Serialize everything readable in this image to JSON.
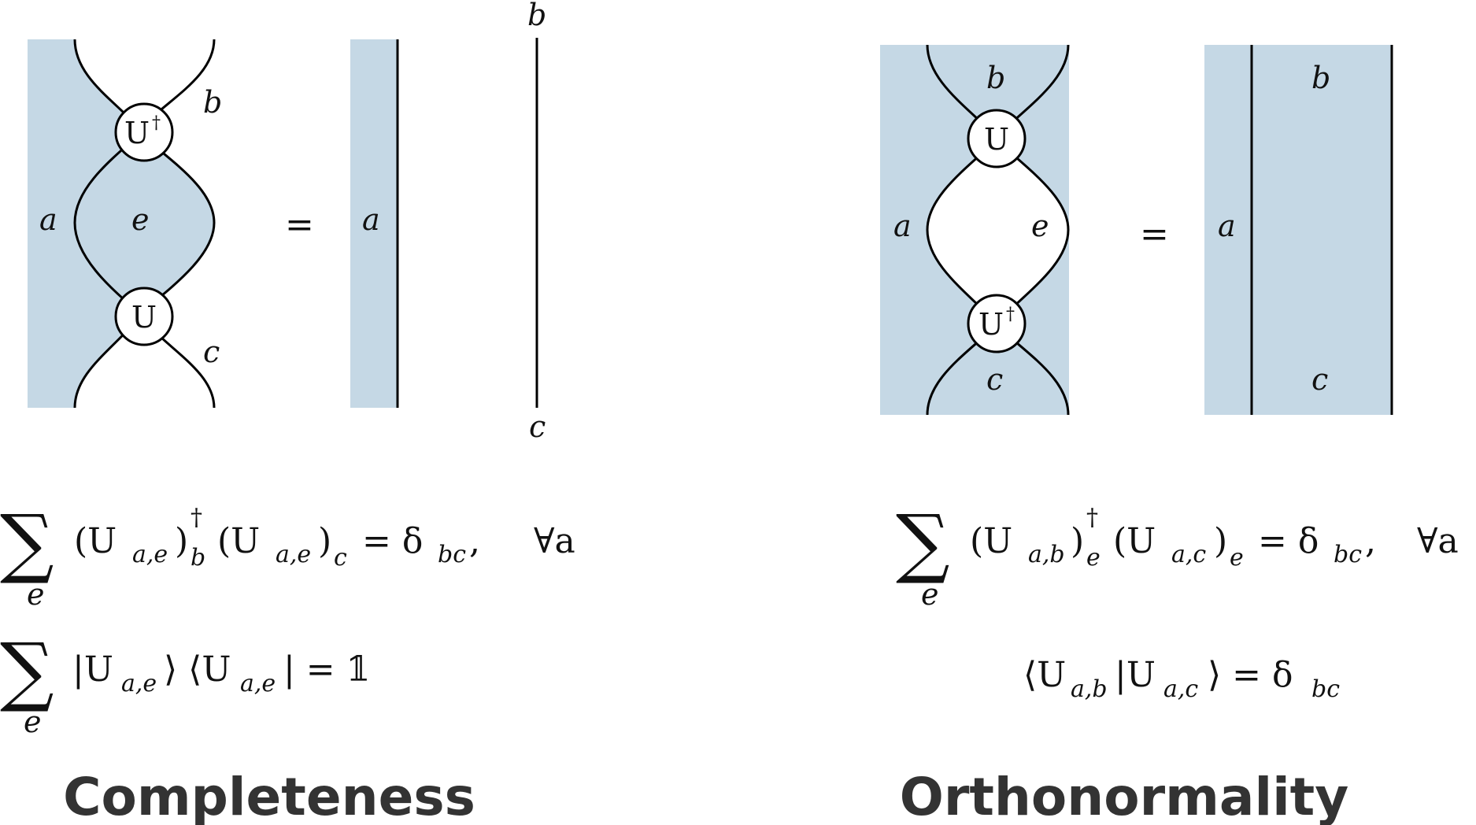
{
  "completeness": {
    "title": "Completeness",
    "labels": {
      "a_left": "a",
      "e_mid": "e",
      "b_top": "b",
      "c_bot": "c",
      "node_top": "U",
      "node_top_dagger": "†",
      "node_bot": "U",
      "equals": "=",
      "a_right": "a",
      "b_line": "b",
      "c_line": "c"
    },
    "eq1": {
      "sum_sub": "e",
      "body": "(U",
      "sub1": "a,e",
      "close1": ")",
      "dagger": "†",
      "idx1": "b",
      "open2": "(U",
      "sub2": "a,e",
      "close2": ")",
      "idx2": "c",
      "rhs": "= δ",
      "rhs_sub": "bc",
      "comma": ",",
      "forall": "∀a"
    },
    "eq2": {
      "sum_sub": "e",
      "ket": "|U",
      "ket_sub": "a,e",
      "ket_close": "⟩ ⟨U",
      "bra_sub": "a,e",
      "bra_close": "| = 𝟙"
    }
  },
  "orthonormality": {
    "title": "Orthonormality",
    "labels": {
      "b_top": "b",
      "c_bot": "c",
      "a_left": "a",
      "e_mid": "e",
      "node_top": "U",
      "node_bot": "U",
      "node_bot_dagger": "†",
      "equals": "=",
      "a_right": "a",
      "b_right": "b",
      "c_right": "c"
    },
    "eq1": {
      "sum_sub": "e",
      "body": "(U",
      "sub1": "a,b",
      "close1": ")",
      "dagger": "†",
      "idx1": "e",
      "open2": "(U",
      "sub2": "a,c",
      "close2": ")",
      "idx2": "e",
      "rhs": "= δ",
      "rhs_sub": "bc",
      "comma": ",",
      "forall": "∀a"
    },
    "eq2": {
      "lhs": "⟨U",
      "sub1": "a,b",
      "mid": "|U",
      "sub2": "a,c",
      "close": "⟩ = δ",
      "rhs_sub": "bc"
    }
  },
  "colors": {
    "shade": "#c5d8e5",
    "stroke": "#000000",
    "title": "#333333"
  }
}
